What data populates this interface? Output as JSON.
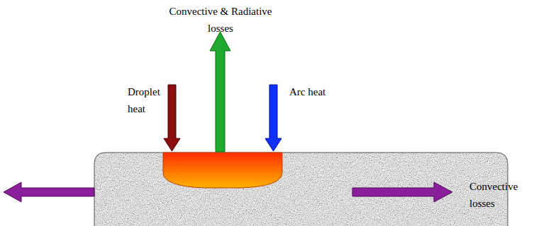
{
  "diagram": {
    "labels": [
      "Convective & Radiative losses",
      "Droplet heat",
      "Arc heat",
      "Convective losses"
    ]
  }
}
